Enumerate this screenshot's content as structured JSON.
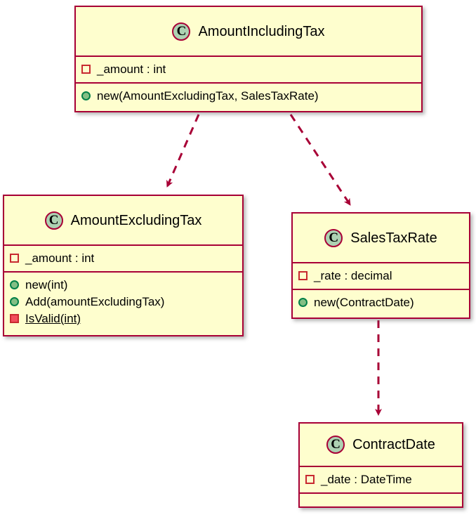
{
  "diagram": {
    "type": "uml-class-diagram",
    "background": "#FFFFFF",
    "colors": {
      "border": "#A80036",
      "fill": "#FEFECE",
      "class_icon": "#ADD1B2",
      "public_method_marker": "#84BE84",
      "private_method_marker": "#F24D5C",
      "private_field_marker": "#C82930",
      "arrow": "#A80036",
      "text": "#000000"
    },
    "stereotype_letter": "C"
  },
  "classes": [
    {
      "id": "amount-including-tax",
      "name": "AmountIncludingTax",
      "fields": [
        {
          "label": "_amount : int",
          "visibility": "private",
          "kind": "field",
          "static": false
        }
      ],
      "methods": [
        {
          "label": "new(AmountExcludingTax, SalesTaxRate)",
          "visibility": "public",
          "kind": "method",
          "static": false
        }
      ]
    },
    {
      "id": "amount-excluding-tax",
      "name": "AmountExcludingTax",
      "fields": [
        {
          "label": "_amount : int",
          "visibility": "private",
          "kind": "field",
          "static": false
        }
      ],
      "methods": [
        {
          "label": "new(int)",
          "visibility": "public",
          "kind": "method",
          "static": false
        },
        {
          "label": "Add(amountExcludingTax)",
          "visibility": "public",
          "kind": "method",
          "static": false
        },
        {
          "label": "IsValid(int)",
          "visibility": "private",
          "kind": "method",
          "static": true
        }
      ]
    },
    {
      "id": "sales-tax-rate",
      "name": "SalesTaxRate",
      "fields": [
        {
          "label": "_rate : decimal",
          "visibility": "private",
          "kind": "field",
          "static": false
        }
      ],
      "methods": [
        {
          "label": "new(ContractDate)",
          "visibility": "public",
          "kind": "method",
          "static": false
        }
      ]
    },
    {
      "id": "contract-date",
      "name": "ContractDate",
      "fields": [
        {
          "label": "_date : DateTime",
          "visibility": "private",
          "kind": "field",
          "static": false
        }
      ],
      "methods": []
    }
  ],
  "relationships": [
    {
      "id": "rel-1",
      "from": "AmountIncludingTax",
      "to": "AmountExcludingTax",
      "type": "dependency",
      "style": "dashed",
      "arrowhead": "filled"
    },
    {
      "id": "rel-2",
      "from": "AmountIncludingTax",
      "to": "SalesTaxRate",
      "type": "dependency",
      "style": "dashed",
      "arrowhead": "filled"
    },
    {
      "id": "rel-3",
      "from": "SalesTaxRate",
      "to": "ContractDate",
      "type": "dependency",
      "style": "dashed",
      "arrowhead": "filled"
    }
  ]
}
